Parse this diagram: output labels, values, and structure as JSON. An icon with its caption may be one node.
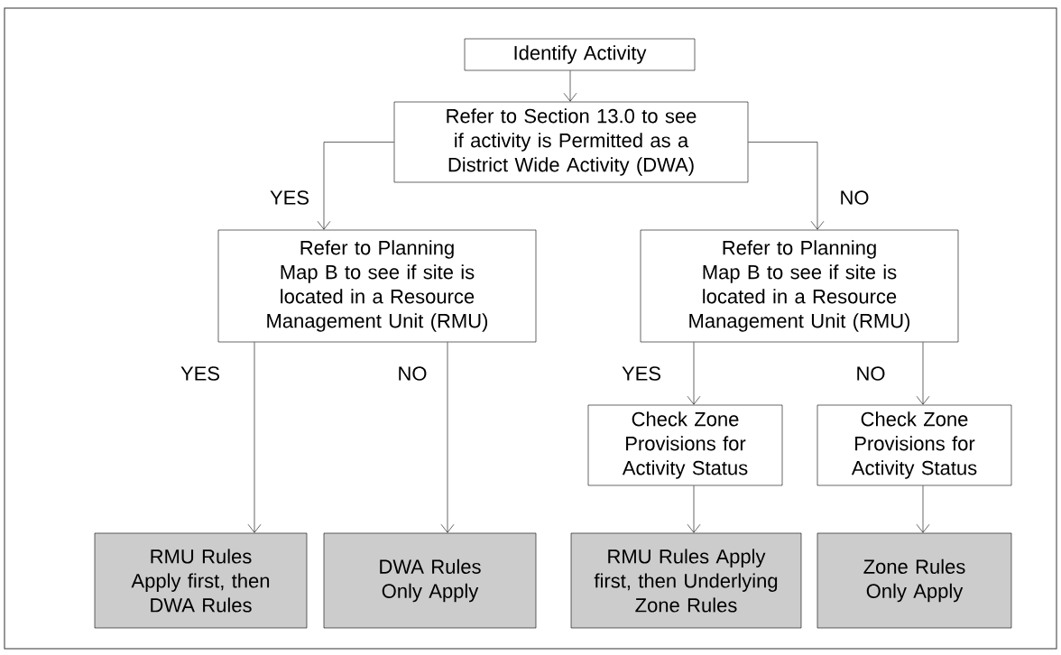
{
  "diagram": {
    "nodes": [
      {
        "text": [
          "Identify Activity"
        ]
      },
      {
        "text": [
          "Refer to Section 13.0 to see if activity is Permitted as a District Wide Activity (DWA)"
        ]
      },
      {
        "text": [
          "Refer to Planning Map B to see if site is located in a Resource Management Unit (RMU)"
        ]
      },
      {
        "text": [
          "Refer to Planning Map B to see if site is located in a Resource Management Unit (RMU)"
        ]
      },
      {
        "text": [
          "Check Zone Provisions for Activity Status"
        ]
      },
      {
        "text": [
          "Check Zone Provisions for Activity Status"
        ]
      },
      {
        "text": [
          "RMU Rules Apply first, then DWA Rules"
        ]
      },
      {
        "text": [
          "DWA Rules Only Apply"
        ]
      },
      {
        "text": [
          "RMU Rules Apply first, then Underlying Zone Rules"
        ]
      },
      {
        "text": [
          "Zone Rules Only Apply"
        ]
      }
    ],
    "edges": [
      {
        "from": 0,
        "to": 1,
        "arrow": "to"
      },
      {
        "from": 1,
        "to": 2,
        "arrow": "to",
        "label": "YES"
      },
      {
        "from": 1,
        "to": 3,
        "arrow": "to",
        "label": "NO"
      },
      {
        "from": 2,
        "to": 6,
        "arrow": "to",
        "label": "YES"
      },
      {
        "from": 2,
        "to": 7,
        "arrow": "to",
        "label": "NO"
      },
      {
        "from": 3,
        "to": 4,
        "arrow": "to",
        "label": "YES"
      },
      {
        "from": 3,
        "to": 5,
        "arrow": "to",
        "label": "NO"
      },
      {
        "from": 4,
        "to": 8,
        "arrow": "to"
      },
      {
        "from": 5,
        "to": 9,
        "arrow": "to"
      }
    ]
  }
}
